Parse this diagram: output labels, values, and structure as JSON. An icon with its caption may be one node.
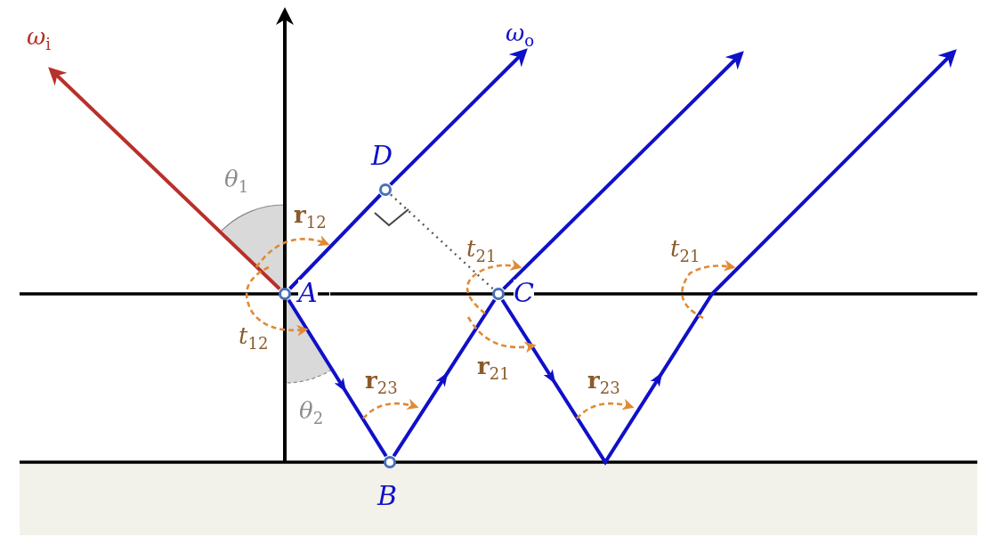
{
  "diagram": {
    "nodes": [
      {
        "text": [],
        "shape": "circle",
        "beside": [
          "A"
        ]
      },
      {
        "text": [],
        "shape": "circle",
        "beside": [
          "B"
        ]
      },
      {
        "text": [],
        "shape": "circle",
        "beside": [
          "C"
        ]
      },
      {
        "text": [],
        "shape": "circle",
        "beside": [
          "D"
        ]
      },
      {
        "text": [
          "ω$_{i}$"
        ]
      },
      {
        "text": [
          "ω$_{o}$"
        ]
      }
    ],
    "edges": [
      {
        "from": 0,
        "to": 4,
        "arrow": "to",
        "color": "#b8302a"
      },
      {
        "from": 0,
        "to": 3,
        "arrow": "none"
      },
      {
        "from": 3,
        "to": 5,
        "arrow": "to"
      },
      {
        "from": 0,
        "to": 1,
        "arrow": "to"
      },
      {
        "from": 1,
        "to": 2,
        "arrow": "to"
      },
      {
        "from": 2,
        "to": null,
        "arrow": "to"
      },
      {
        "from": 2,
        "to": null,
        "arrow": "to"
      },
      {
        "from": 3,
        "to": 2,
        "arrow": "none",
        "style": "dashed",
        "color": "#555555"
      }
    ],
    "labels": [
      "θ$_{1}$",
      "**r**$_{12}$",
      "t$_{21}$",
      "t$_{21}$",
      "t$_{12}$",
      "**r**$_{21}$",
      "**r**$_{23}$",
      "**r**$_{23}$",
      "θ$_{2}$"
    ]
  }
}
